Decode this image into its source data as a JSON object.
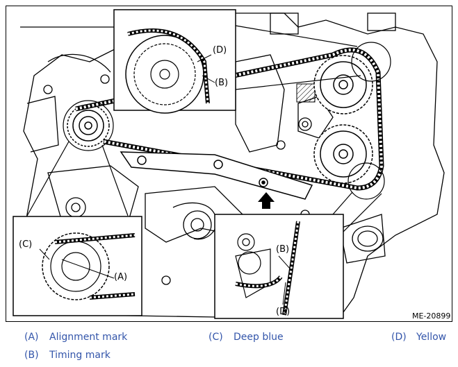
{
  "figure": {
    "code": "ME-20899",
    "callouts": {
      "c": "(C)",
      "a": "(A)",
      "d_top": "(D)",
      "b_top": "(B)",
      "b_bottom": "(B)",
      "d_bottom": "(D)"
    },
    "arrow_icon": "arrow-up-icon"
  },
  "legend": {
    "items": [
      {
        "key": "(A)",
        "text": "Alignment mark"
      },
      {
        "key": "(C)",
        "text": "Deep blue"
      },
      {
        "key": "(D)",
        "text": "Yellow"
      },
      {
        "key": "(B)",
        "text": "Timing mark"
      }
    ]
  },
  "colors": {
    "legend_text": "#3355aa",
    "line": "#000000"
  }
}
